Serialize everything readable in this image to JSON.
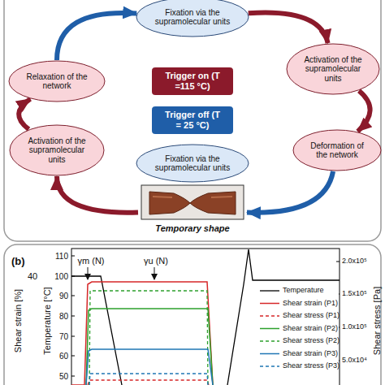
{
  "diagram": {
    "nodes": [
      {
        "text": [
          "Fixation via the supramolecular units"
        ]
      },
      {
        "text": [
          "Relaxation of the network"
        ]
      },
      {
        "text": [
          "Activation of the supramolecular units"
        ]
      },
      {
        "text": [
          "Trigger on (T =115 °C)"
        ]
      },
      {
        "text": [
          "Trigger off (T = 25 °C)"
        ]
      },
      {
        "text": [
          "Activation of the supramolecular units"
        ]
      },
      {
        "text": [
          "Deformation of the network"
        ]
      },
      {
        "text": [
          "Fixation via the supramolecular units"
        ]
      },
      {
        "text": [
          "Temporary shape"
        ]
      }
    ],
    "edges": [
      {
        "from": 0,
        "to": 2,
        "arrow": "to"
      },
      {
        "from": 2,
        "to": 6,
        "arrow": "to"
      },
      {
        "from": 6,
        "to": 8,
        "arrow": "to"
      },
      {
        "from": 8,
        "to": 5,
        "arrow": "to"
      },
      {
        "from": 5,
        "to": 1,
        "arrow": "to"
      },
      {
        "from": 1,
        "to": 0,
        "arrow": "to"
      }
    ],
    "labels": [
      "(b)",
      "Shear strain [%]",
      "40",
      "Temperature [°C]",
      "110",
      "100",
      "90",
      "80",
      "70",
      "60",
      "50",
      "Shear stress [Pa]",
      "2.0x10⁵",
      "1.5x10⁵",
      "1.0x10⁵",
      "5.0x10⁴",
      "γm (N)",
      "γu (N)"
    ],
    "legend": [
      {
        "text": "Temperature"
      },
      {
        "text": "Shear strain (P1)"
      },
      {
        "text": "Shear stress (P1)"
      },
      {
        "text": "Shear strain (P2)"
      },
      {
        "text": "Shear stress (P2)"
      },
      {
        "text": "Shear strain (P3)"
      },
      {
        "text": "Shear stress (P3)"
      }
    ]
  }
}
